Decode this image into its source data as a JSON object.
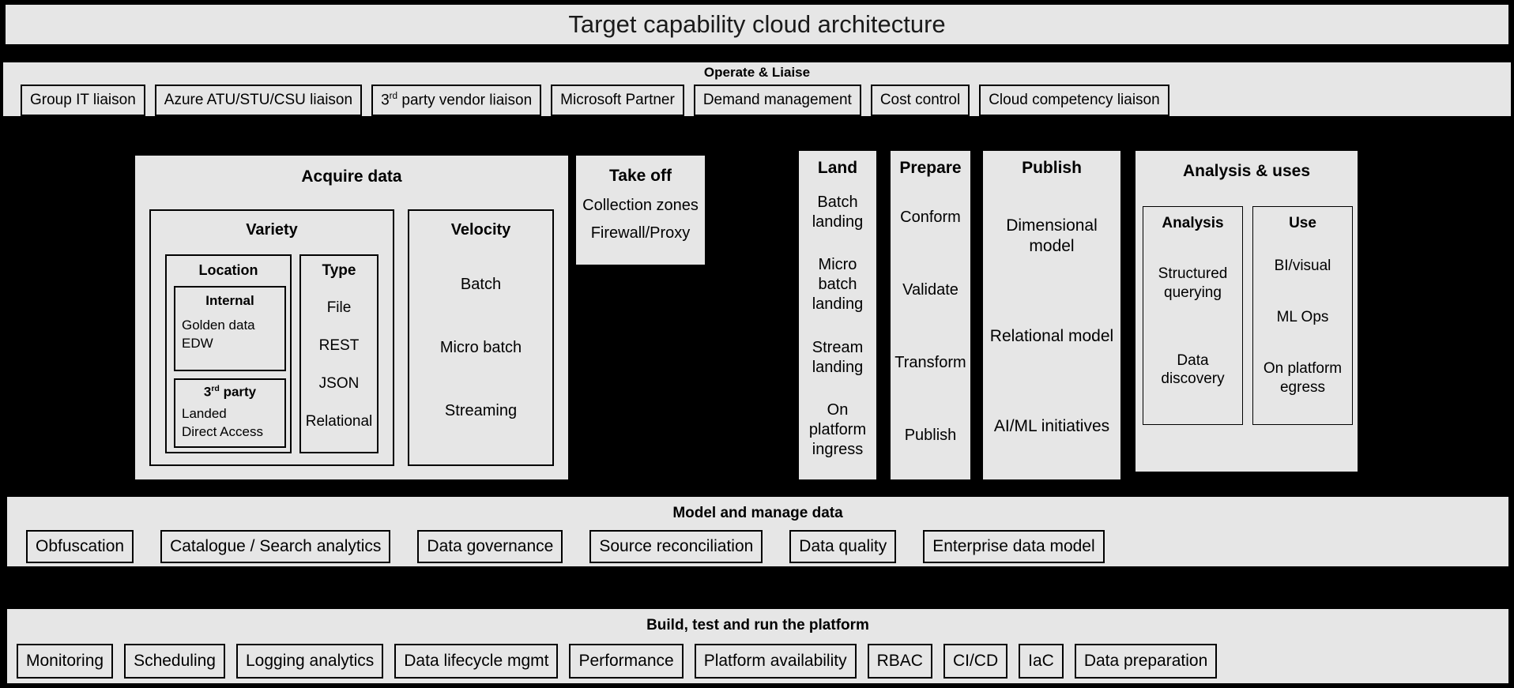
{
  "title": "Target capability cloud architecture",
  "operate": {
    "heading": "Operate & Liaise",
    "items": [
      {
        "label": "Group IT liaison"
      },
      {
        "label": "Azure ATU/STU/CSU liaison"
      },
      {
        "label": "3rd party vendor liaison",
        "sup": "rd",
        "pre": "3",
        "post": " party vendor liaison"
      },
      {
        "label": "Microsoft Partner"
      },
      {
        "label": "Demand management"
      },
      {
        "label": "Cost control"
      },
      {
        "label": "Cloud competency liaison"
      }
    ]
  },
  "acquire": {
    "heading": "Acquire data",
    "variety": {
      "heading": "Variety",
      "location": {
        "heading": "Location",
        "internal": {
          "heading": "Internal",
          "items": [
            "Golden data",
            "EDW"
          ]
        },
        "third_party": {
          "heading": "3rd party",
          "heading_pre": "3",
          "heading_sup": "rd",
          "heading_post": " party",
          "items": [
            "Landed",
            "Direct Access"
          ]
        }
      },
      "type": {
        "heading": "Type",
        "items": [
          "File",
          "REST",
          "JSON",
          "Relational"
        ]
      }
    },
    "velocity": {
      "heading": "Velocity",
      "items": [
        "Batch",
        "Micro batch",
        "Streaming"
      ]
    }
  },
  "takeoff": {
    "heading": "Take off",
    "items": [
      "Collection zones",
      "Firewall/Proxy"
    ]
  },
  "land": {
    "heading": "Land",
    "items": [
      "Batch landing",
      "Micro batch landing",
      "Stream landing",
      "On platform ingress"
    ]
  },
  "prepare": {
    "heading": "Prepare",
    "items": [
      "Conform",
      "Validate",
      "Transform",
      "Publish"
    ]
  },
  "publish": {
    "heading": "Publish",
    "items": [
      "Dimensional model",
      "Relational model",
      "AI/ML initiatives"
    ]
  },
  "analysis_uses": {
    "heading": "Analysis & uses",
    "analysis": {
      "heading": "Analysis",
      "items": [
        "Structured querying",
        "Data discovery"
      ]
    },
    "use": {
      "heading": "Use",
      "items": [
        "BI/visual",
        "ML Ops",
        "On platform egress"
      ]
    }
  },
  "model_manage": {
    "heading": "Model and manage data",
    "items": [
      "Obfuscation",
      "Catalogue / Search analytics",
      "Data governance",
      "Source reconciliation",
      "Data quality",
      "Enterprise data model"
    ]
  },
  "build_run": {
    "heading": "Build, test and run the platform",
    "items": [
      "Monitoring",
      "Scheduling",
      "Logging analytics",
      "Data lifecycle mgmt",
      "Performance",
      "Platform availability",
      "RBAC",
      "CI/CD",
      "IaC",
      "Data preparation"
    ]
  },
  "colors": {
    "background": "#000000",
    "panel": "#e6e6e6",
    "border": "#000000",
    "text": "#000000"
  }
}
